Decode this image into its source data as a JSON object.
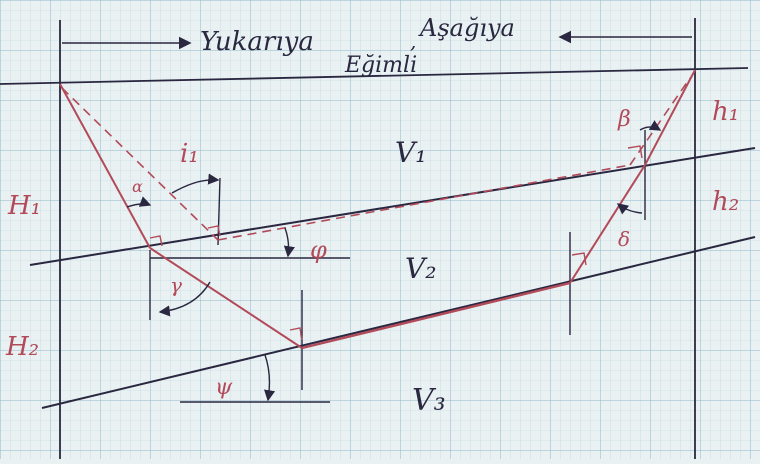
{
  "labels": {
    "updip": "Yukarıya",
    "downdip": "Aşağıya",
    "dip": "Eğimli",
    "H1": "H₁",
    "H2": "H₂",
    "h1": "h₁",
    "h2": "h₂",
    "V1": "V₁",
    "V2": "V₂",
    "V3": "V₃",
    "i1": "i₁",
    "phi": "φ",
    "psi": "ψ",
    "alpha": "α",
    "gamma": "γ",
    "beta": "β",
    "delta": "δ"
  },
  "colors": {
    "paper": "#e9f1f2",
    "grid_major": "#8fb8c8",
    "grid_minor": "#b9d4df",
    "ink": "#2a2740",
    "ray": "#b24a5a"
  }
}
